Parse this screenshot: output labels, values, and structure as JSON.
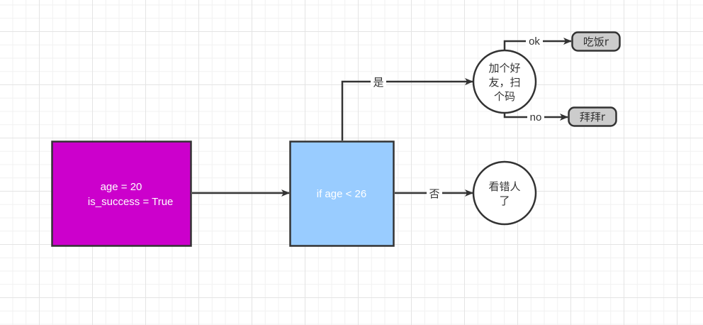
{
  "diagram": {
    "nodes": {
      "init": {
        "lines": [
          "age = 20",
          "  is_success = True"
        ],
        "fill": "#CC00CC",
        "text_color": "#ffffff"
      },
      "condition": {
        "lines": [
          "if age < 26"
        ],
        "fill": "#99CCFF",
        "text_color": "#ffffff"
      },
      "add_friend": {
        "lines": [
          "加个好",
          "友，扫",
          "个码"
        ],
        "fill": "#ffffff",
        "text_color": "#333333"
      },
      "wrong_person": {
        "lines": [
          "看错人",
          "了"
        ],
        "fill": "#ffffff",
        "text_color": "#333333"
      },
      "eat": {
        "lines": [
          "吃饭r"
        ],
        "fill": "#cccccc",
        "text_color": "#333333"
      },
      "bye": {
        "lines": [
          "拜拜r"
        ],
        "fill": "#cccccc",
        "text_color": "#333333"
      }
    },
    "edges": {
      "init_to_condition": {
        "label": ""
      },
      "condition_yes": {
        "label": "是"
      },
      "condition_no": {
        "label": "否"
      },
      "friend_ok": {
        "label": "ok"
      },
      "friend_no": {
        "label": "no"
      }
    },
    "stroke_color": "#333333"
  }
}
